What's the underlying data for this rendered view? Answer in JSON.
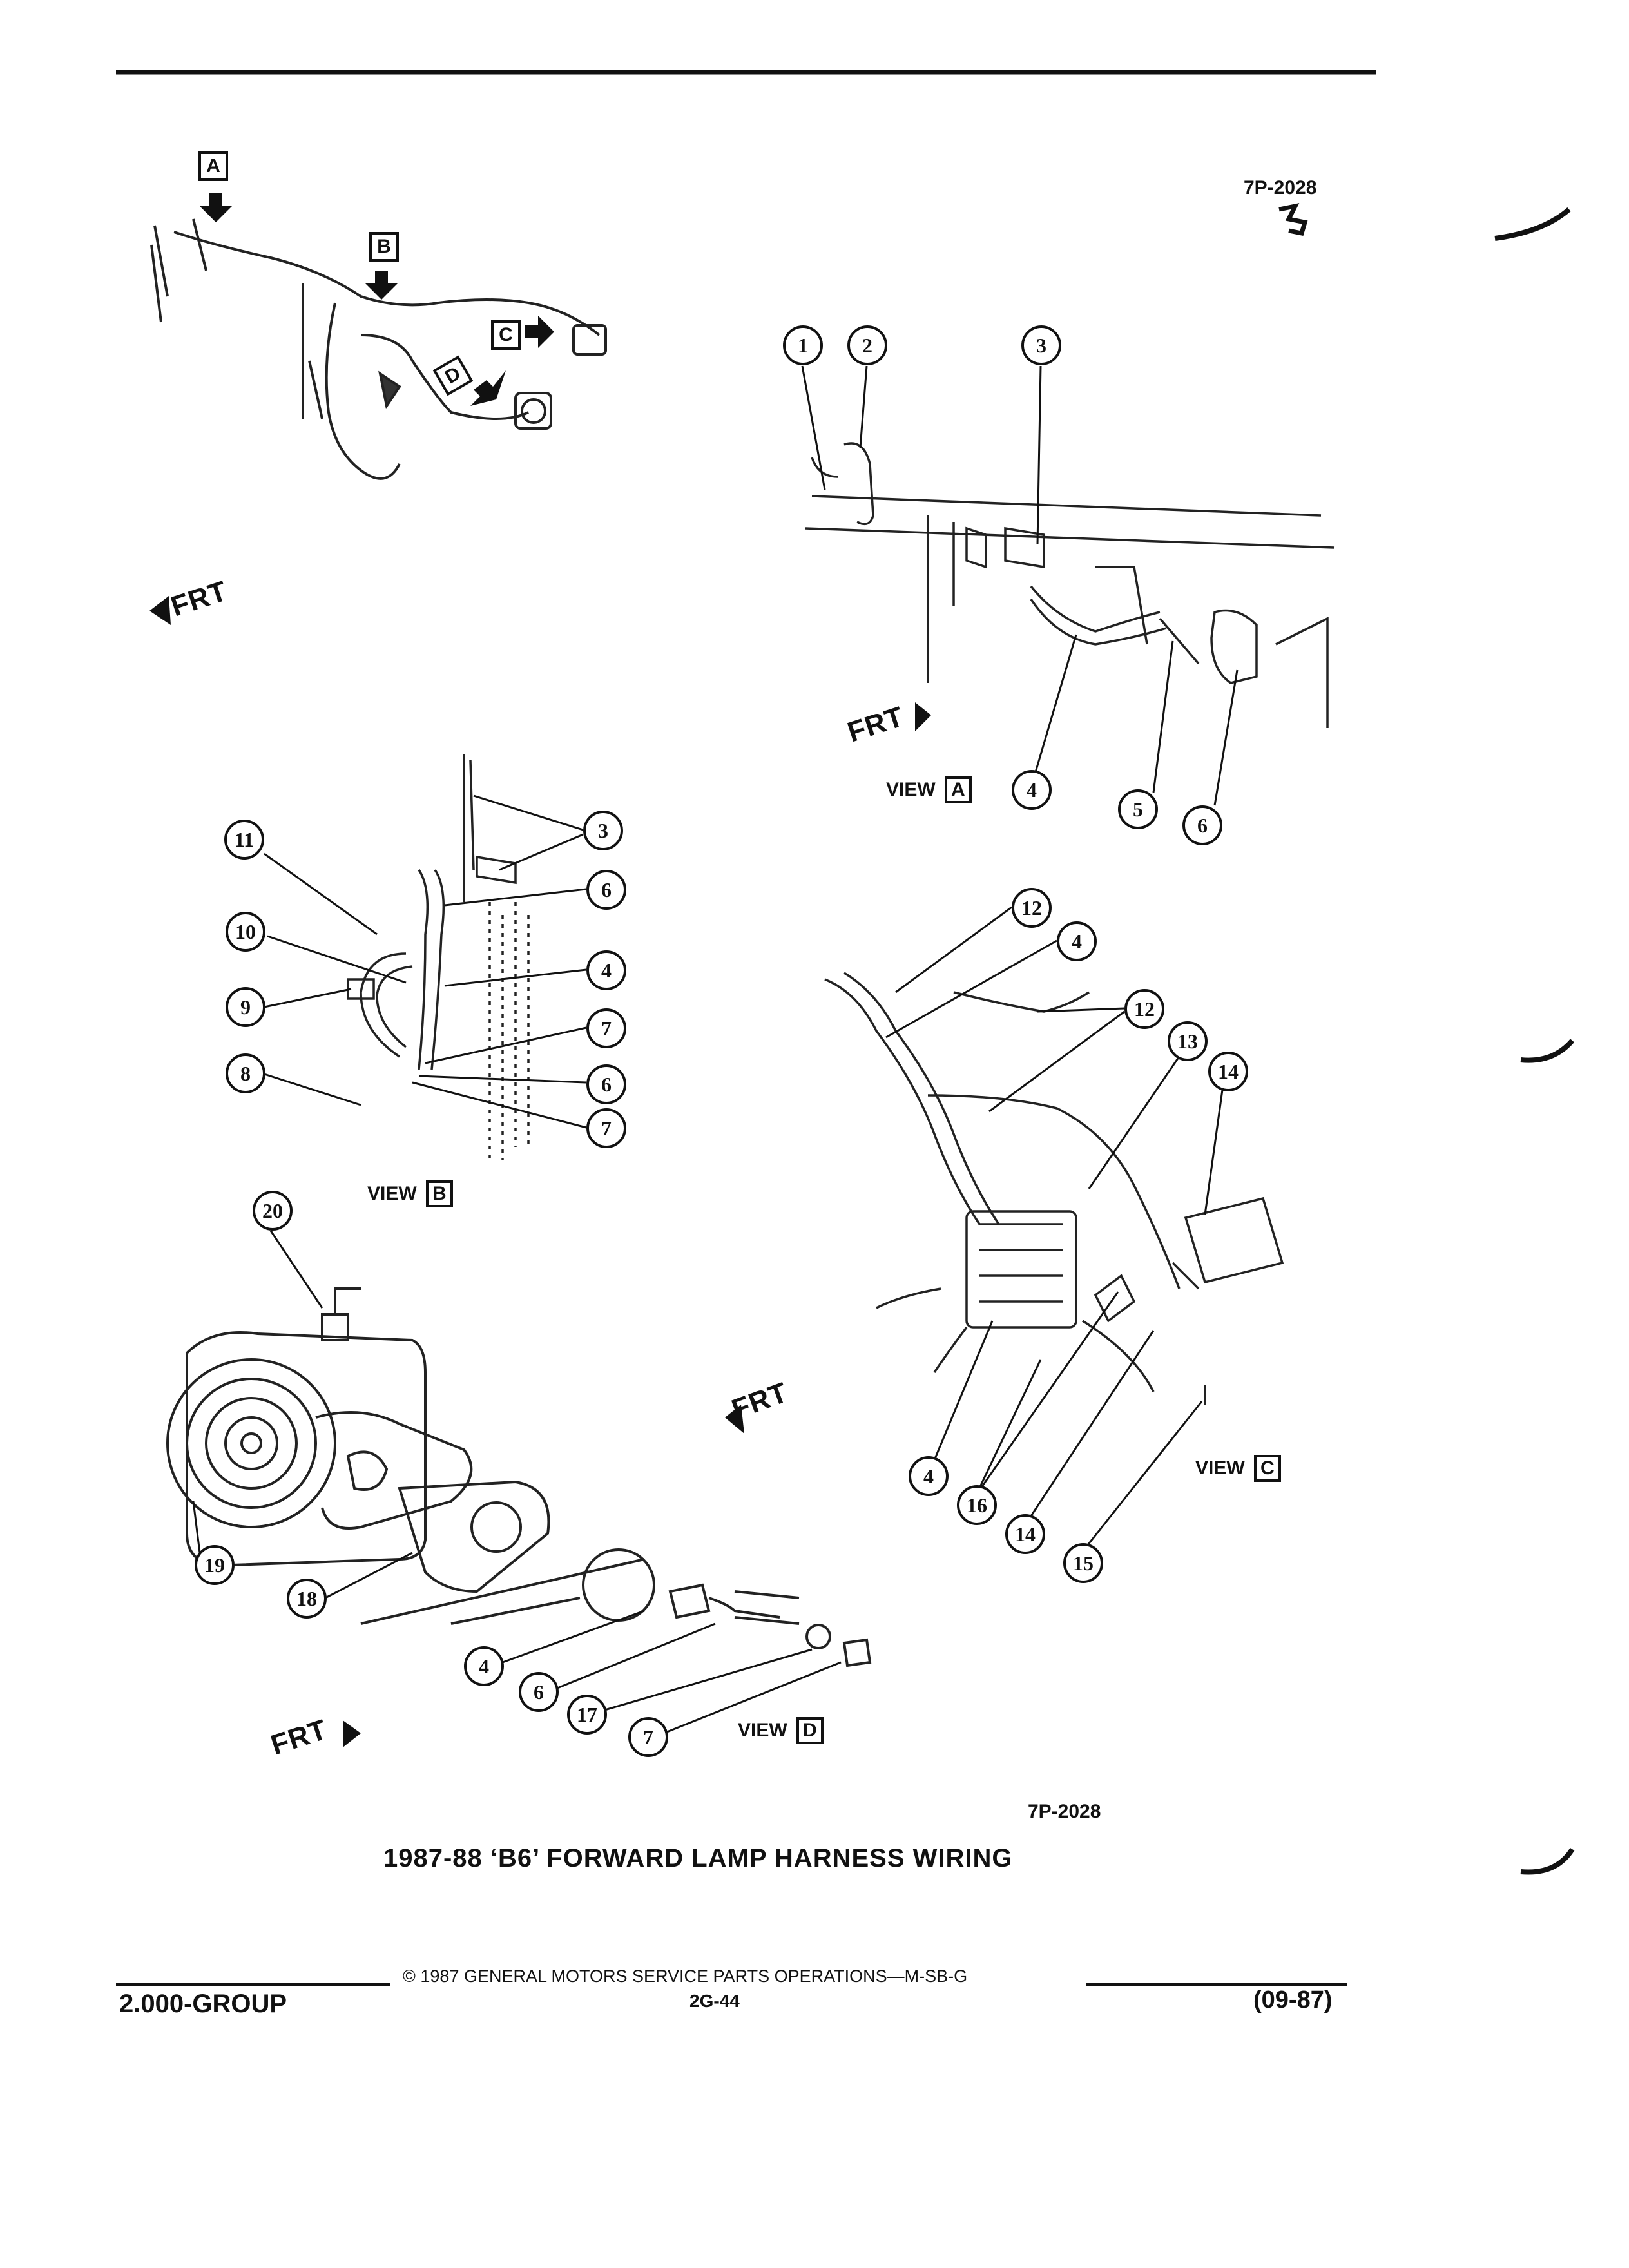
{
  "header": {
    "figure_code_top": "7P-2028"
  },
  "top_overview": {
    "view_markers": [
      "A",
      "B",
      "C",
      "D"
    ],
    "frt_label": "FRT"
  },
  "view_a": {
    "callouts": [
      "1",
      "2",
      "3",
      "4",
      "5",
      "6"
    ],
    "frt_label": "FRT",
    "view_prefix": "VIEW",
    "view_letter": "A"
  },
  "view_b": {
    "callouts": [
      "11",
      "10",
      "9",
      "8",
      "3",
      "6",
      "4",
      "7",
      "6",
      "7"
    ],
    "view_prefix": "VIEW",
    "view_letter": "B"
  },
  "view_c": {
    "callouts": [
      "12",
      "4",
      "12",
      "13",
      "14",
      "4",
      "16",
      "14",
      "15"
    ],
    "frt_label": "FRT",
    "view_prefix": "VIEW",
    "view_letter": "C"
  },
  "view_d": {
    "callouts": [
      "20",
      "19",
      "18",
      "4",
      "6",
      "17",
      "7"
    ],
    "frt_label": "FRT",
    "view_prefix": "VIEW",
    "view_letter": "D"
  },
  "figure_code_bottom": "7P-2028",
  "figure_title": "1987-88 ‘B6’ FORWARD LAMP HARNESS WIRING",
  "footer": {
    "copyright": "©  1987  GENERAL MOTORS SERVICE PARTS OPERATIONS—M-SB-G",
    "group": "2.000-GROUP",
    "page_number": "2G-44",
    "date_code": "(09-87)"
  }
}
